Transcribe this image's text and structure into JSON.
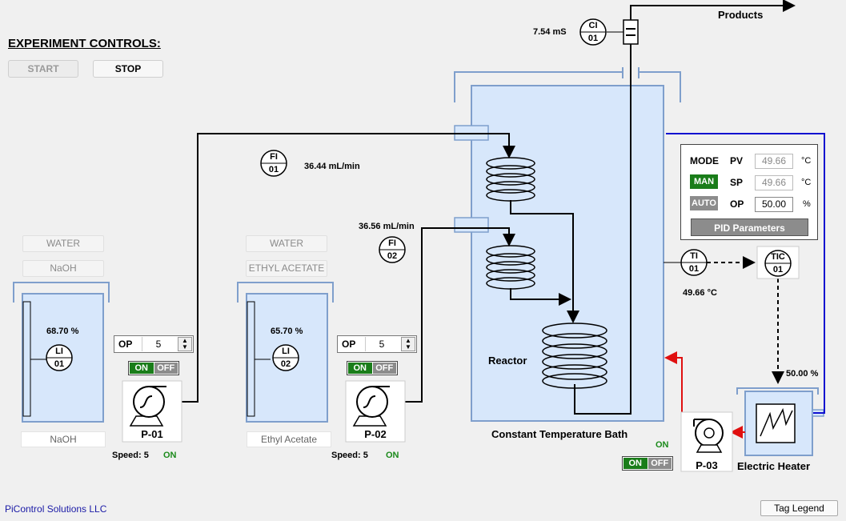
{
  "controls": {
    "title": "EXPERIMENT CONTROLS:",
    "start_label": "START",
    "stop_label": "STOP"
  },
  "products_label": "Products",
  "ci": {
    "value": "7.54 mS",
    "tag_top": "CI",
    "tag_bottom": "01"
  },
  "fi01": {
    "tag_top": "FI",
    "tag_bottom": "01",
    "value": "36.44 mL/min"
  },
  "fi02": {
    "tag_top": "FI",
    "tag_bottom": "02",
    "value": "36.56 mL/min"
  },
  "tank1": {
    "chem_buttons": [
      "WATER",
      "NaOH"
    ],
    "level": "68.70 %",
    "tag_top": "LI",
    "tag_bottom": "01",
    "label": "NaOH"
  },
  "tank2": {
    "chem_buttons": [
      "WATER",
      "ETHYL ACETATE"
    ],
    "level": "65.70 %",
    "tag_top": "LI",
    "tag_bottom": "02",
    "label": "Ethyl Acetate"
  },
  "pump1": {
    "op_label": "OP",
    "op_value": "5",
    "on": "ON",
    "off": "OFF",
    "name": "P-01",
    "speed_label": "Speed: 5",
    "status": "ON"
  },
  "pump2": {
    "op_label": "OP",
    "op_value": "5",
    "on": "ON",
    "off": "OFF",
    "name": "P-02",
    "speed_label": "Speed: 5",
    "status": "ON"
  },
  "pump3": {
    "on": "ON",
    "off": "OFF",
    "name": "P-03",
    "status": "ON"
  },
  "reactor_label": "Reactor",
  "bath_label": "Constant Temperature Bath",
  "ti": {
    "tag_top": "TI",
    "tag_bottom": "01",
    "value": "49.66 °C"
  },
  "tic": {
    "tag_top": "TIC",
    "tag_bottom": "01"
  },
  "heater": {
    "name": "Electric Heater",
    "output": "50.00 %"
  },
  "pid": {
    "mode_label": "MODE",
    "man_label": "MAN",
    "auto_label": "AUTO",
    "pv_label": "PV",
    "sp_label": "SP",
    "op_label": "OP",
    "pv_value": "49.66",
    "sp_value": "49.66",
    "op_value": "50.00",
    "deg_unit": "°C",
    "pct_unit": "%",
    "params_label": "PID Parameters"
  },
  "footer": {
    "company": "PiControl Solutions LLC",
    "legend": "Tag Legend"
  },
  "colors": {
    "vessel_fill": "#d7e7fb",
    "vessel_border": "#7f9fcc",
    "man_green": "#1a7d1a",
    "hot_red": "#e01010",
    "cold_blue": "#1010d0"
  }
}
